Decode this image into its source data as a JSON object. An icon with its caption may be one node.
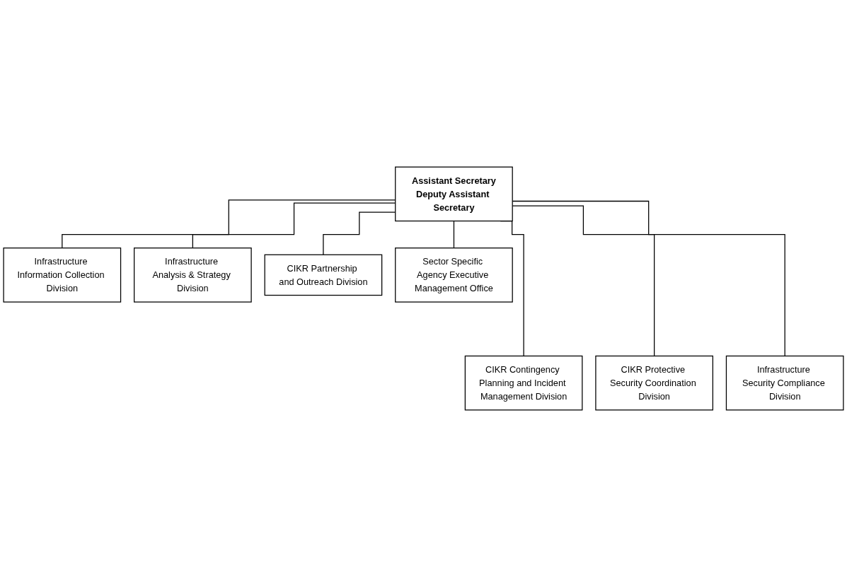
{
  "diagram": {
    "nodes": [
      {
        "text": [
          "Assistant Secretary",
          "Deputy Assistant Secretary"
        ]
      },
      {
        "text": [
          "Infrastructure Information Collection Division"
        ]
      },
      {
        "text": [
          "Infrastructure Analysis & Strategy Division"
        ]
      },
      {
        "text": [
          "CIKR Partnership and Outreach Division"
        ]
      },
      {
        "text": [
          "Sector Specific Agency Executive Management Office"
        ]
      },
      {
        "text": [
          "CIKR Contingency Planning and Incident Management Division"
        ]
      },
      {
        "text": [
          "CIKR Protective Security Coordination Division"
        ]
      },
      {
        "text": [
          "Infrastructure Security Compliance Division"
        ]
      }
    ],
    "edges": [
      {
        "from": 0,
        "to": 1,
        "arrow": "none"
      },
      {
        "from": 0,
        "to": 2,
        "arrow": "none"
      },
      {
        "from": 0,
        "to": 3,
        "arrow": "none"
      },
      {
        "from": 0,
        "to": 4,
        "arrow": "none"
      },
      {
        "from": 0,
        "to": 5,
        "arrow": "none"
      },
      {
        "from": 0,
        "to": 6,
        "arrow": "none"
      },
      {
        "from": 0,
        "to": 7,
        "arrow": "none"
      }
    ]
  }
}
